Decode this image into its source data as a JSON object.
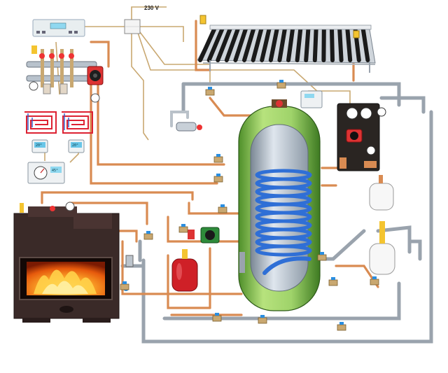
{
  "power_label": "230 V",
  "thermostat_left_display": "20°",
  "thermostat_right_display": "20°",
  "controller_display": "45°",
  "colors": {
    "hot_pipe": "#d98b52",
    "cold_pipe": "#9aa3ad",
    "cable": "#c9a871",
    "tank_jacket": "#9fd36a",
    "coil": "#2f6fd6",
    "expansion_vessel": "#cf2027",
    "fire": "#ff8a1e"
  },
  "icons": [
    "control-box-icon",
    "junction-box-icon",
    "solar-collector-icon",
    "circulation-pump-icon",
    "fireplace-icon",
    "hot-water-tank-icon",
    "expansion-vessel-icon",
    "mixing-faucet-icon",
    "pump-station-icon",
    "room-thermostat-icon"
  ]
}
